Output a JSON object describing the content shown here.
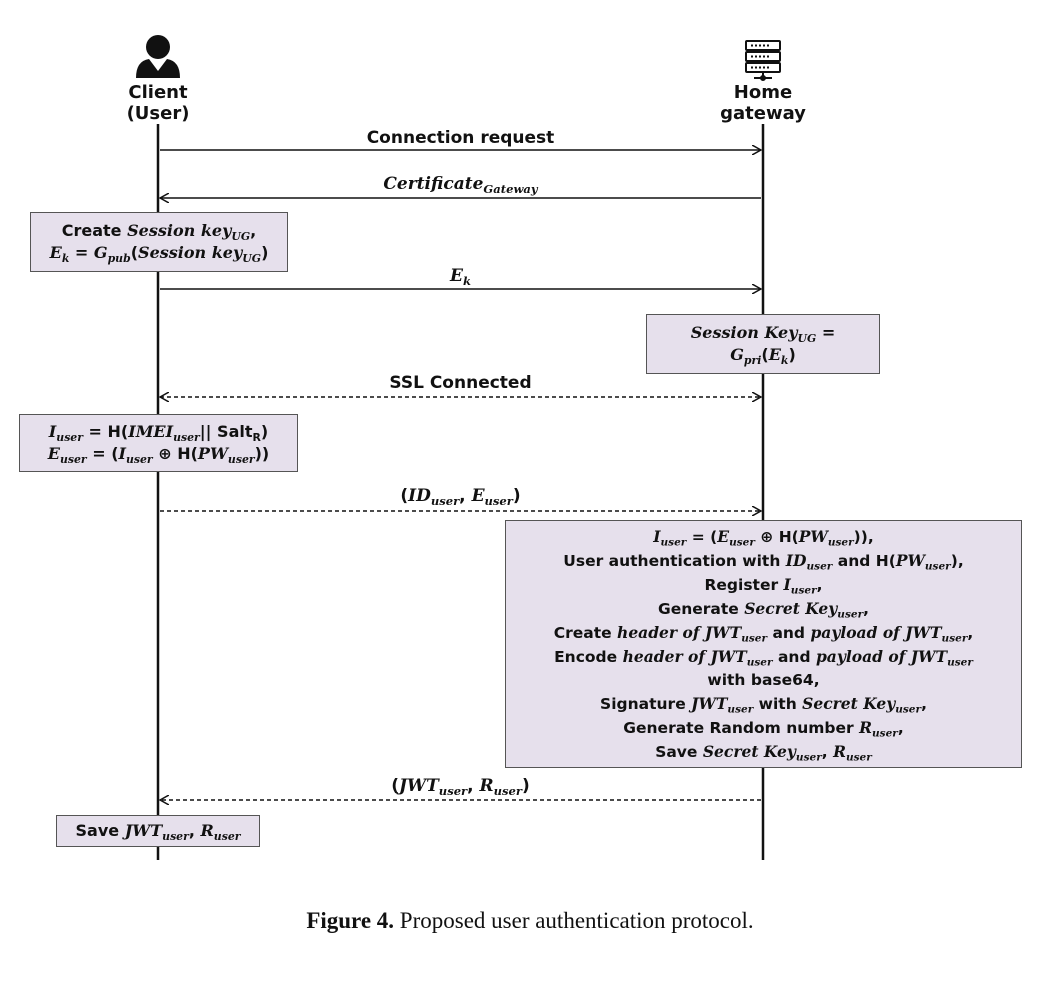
{
  "actors": {
    "client": {
      "label_line1": "Client",
      "label_line2": "(User)",
      "icon": "user-icon"
    },
    "gateway": {
      "label_line1": "Home",
      "label_line2": "gateway",
      "icon": "server-icon"
    }
  },
  "messages": [
    {
      "id": "connection-request",
      "label": "Connection request",
      "direction": "client-to-gateway",
      "style": "solid"
    },
    {
      "id": "certificate",
      "label": "Certificate_Gateway",
      "direction": "gateway-to-client",
      "style": "solid"
    },
    {
      "id": "ek",
      "label": "E_k",
      "direction": "client-to-gateway",
      "style": "solid"
    },
    {
      "id": "ssl",
      "label": "SSL Connected",
      "direction": "both",
      "style": "dashed"
    },
    {
      "id": "id-euser",
      "label": "(ID_user, E_user)",
      "direction": "client-to-gateway",
      "style": "dashed"
    },
    {
      "id": "jwt-ruser",
      "label": "(JWT_user, R_user)",
      "direction": "gateway-to-client",
      "style": "dashed"
    }
  ],
  "text": {
    "connection_request": "Connection request",
    "ssl_connected": "SSL Connected",
    "w_create": "Create",
    "w_session_key": "Session key",
    "w_Session_Key": "Session Key",
    "w_secret_key": "Secret Key",
    "w_register": "Register",
    "w_generate": "Generate",
    "w_user_auth_with": "User authentication with",
    "w_and": "and",
    "w_encode": "Encode",
    "w_with_base64": "with base64,",
    "w_signature": "Signature",
    "w_with": "with",
    "w_generate_random": "Generate Random number",
    "w_save": "Save",
    "w_header_of": "header of",
    "w_payload_of": "payload of",
    "w_salt": "Salt",
    "w_H": "H",
    "s_user": "user",
    "s_UG": "UG",
    "s_pub": "pub",
    "s_pri": "pri",
    "s_k": "k",
    "s_R": "R",
    "s_gateway": "Gateway",
    "v_Certificate": "Certificate",
    "v_E": "E",
    "v_G": "G",
    "v_I": "I",
    "v_IMEI": "IMEI",
    "v_PW": "PW",
    "v_ID": "ID",
    "v_JWT": "JWT",
    "v_R": "R"
  },
  "caption": {
    "label": "Figure 4.",
    "text": "Proposed user authentication protocol."
  }
}
